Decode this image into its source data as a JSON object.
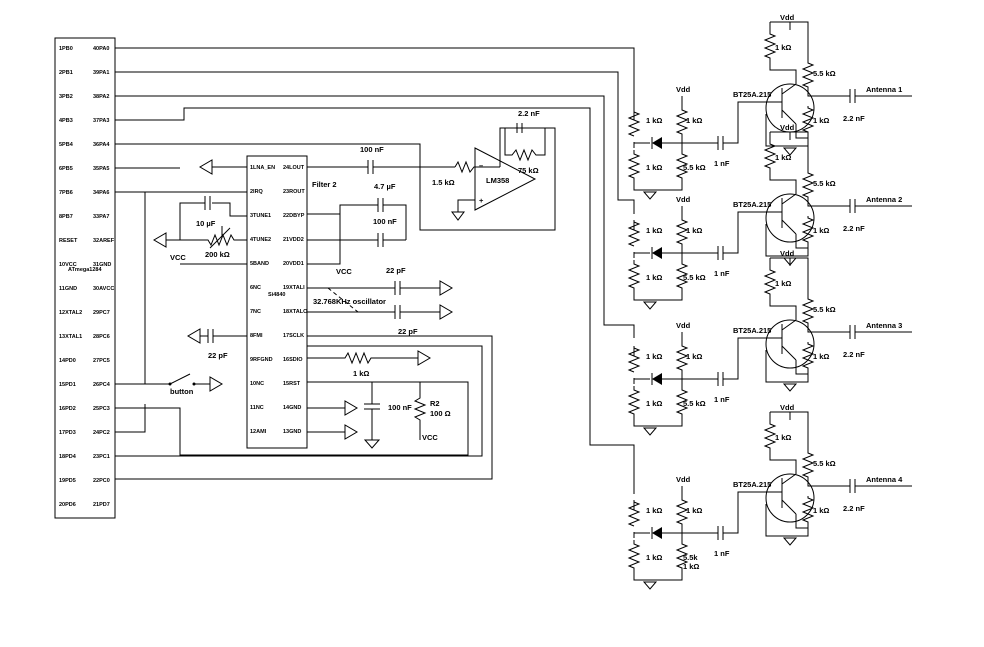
{
  "mcu": {
    "part": "ATmega1284",
    "left_pins": [
      "1PB0",
      "2PB1",
      "3PB2",
      "4PB3",
      "5PB4",
      "6PB5",
      "7PB6",
      "8PB7",
      "RESET",
      "10VCC",
      "11GND",
      "12XTAL2",
      "13XTAL1",
      "14PD0",
      "15PD1",
      "16PD2",
      "17PD3",
      "18PD4",
      "19PD5",
      "20PD6"
    ],
    "right_pins": [
      "40PA0",
      "39PA1",
      "38PA2",
      "37PA3",
      "36PA4",
      "35PA5",
      "34PA6",
      "33PA7",
      "32AREF",
      "31GND",
      "30AVCC",
      "29PC7",
      "28PC6",
      "27PC5",
      "26PC4",
      "25PC3",
      "24PC2",
      "23PC1",
      "22PC0",
      "21PD7"
    ]
  },
  "radio": {
    "part": "Si4840",
    "left_pins": [
      "1LNA_EN",
      "2IRQ",
      "3TUNE1",
      "4TUNE2",
      "5BAND",
      "6NC",
      "7NC",
      "8FMI",
      "9RFGND",
      "10NC",
      "11NC",
      "12AMI"
    ],
    "right_pins": [
      "24LOUT",
      "23ROUT",
      "22DBYP",
      "21VDD2",
      "20VDD1",
      "19XTALI",
      "18XTALO",
      "17SCLK",
      "16SDIO",
      "15RST",
      "14GND",
      "13GND"
    ]
  },
  "labels": {
    "c_100nf_a": "100 nF",
    "filter2": "Filter 2",
    "c_4u7": "4.7 µF",
    "c_100nf_b": "100 nF",
    "r_1k5": "1.5 kΩ",
    "c_2n2_top": "2.2 nF",
    "r_75k": "75 kΩ",
    "opamp": "LM358",
    "minus": "–",
    "plus": "+",
    "c_10u": "10 µF",
    "r_200k": "200 kΩ",
    "vcc_a": "VCC",
    "vcc_b": "VCC",
    "c_22pf_a": "22 pF",
    "osc": "32.768KHz oscillator",
    "c_22pf_b": "22 pF",
    "c_22pf_c": "22 pF",
    "r_1k_sdio": "1 kΩ",
    "button": "button",
    "c_100nf_c": "100 nF",
    "r2": "R2",
    "r2_val": "100 Ω",
    "vcc_c": "VCC"
  },
  "antennas": [
    {
      "name": "Antenna 1",
      "transistor": "BT25A.215",
      "vdd_top": "Vdd",
      "vdd_div": "Vdd",
      "r_top": "1 kΩ",
      "r_base": "5.5 kΩ",
      "r_emit": "1 kΩ",
      "cap_out": "2.2 nF",
      "cap_in": "1 nF",
      "div_l1": "1 kΩ",
      "div_r1": "1 kΩ",
      "div_l2": "1 kΩ",
      "div_r2": "5.5 kΩ"
    },
    {
      "name": "Antenna 2",
      "transistor": "BT25A.215",
      "vdd_top": "Vdd",
      "vdd_div": "Vdd",
      "r_top": "1 kΩ",
      "r_base": "5.5 kΩ",
      "r_emit": "1 kΩ",
      "cap_out": "2.2 nF",
      "cap_in": "1 nF",
      "div_l1": "1 kΩ",
      "div_r1": "1 kΩ",
      "div_l2": "1 kΩ",
      "div_r2": "5.5 kΩ"
    },
    {
      "name": "Antenna 3",
      "transistor": "BT25A.215",
      "vdd_top": "Vdd",
      "vdd_div": "Vdd",
      "r_top": "1 kΩ",
      "r_base": "5.5 kΩ",
      "r_emit": "1 kΩ",
      "cap_out": "2.2 nF",
      "cap_in": "1 nF",
      "div_l1": "1 kΩ",
      "div_r1": "1 kΩ",
      "div_l2": "1 kΩ",
      "div_r2": "5.5 kΩ"
    },
    {
      "name": "Antenna 4",
      "transistor": "BT25A.215",
      "vdd_top": "Vdd",
      "vdd_div": "Vdd",
      "r_top": "1 kΩ",
      "r_base": "5.5 kΩ",
      "r_emit": "1 kΩ",
      "cap_out": "2.2 nF",
      "cap_in": "1 nF",
      "div_l1": "1 kΩ",
      "div_r1": "1 kΩ",
      "div_l2": "1 kΩ",
      "div_r2": "5.5k\n1 kΩ"
    }
  ]
}
